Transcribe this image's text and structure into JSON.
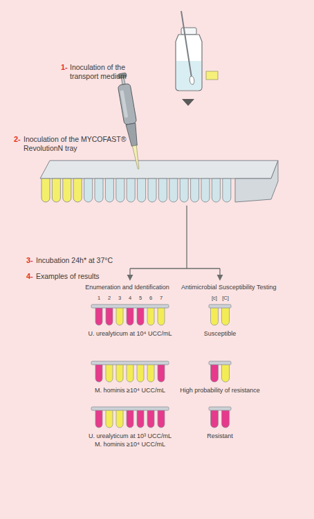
{
  "diagram": {
    "labels": [
      "1-",
      "Inoculation of the transport medium",
      "2-",
      "Inoculation of the MYCOFAST® RevolutionN tray",
      "3-",
      "Incubation 24h* at 37°C",
      "4-",
      "Examples of results",
      "Enumeration and Identification",
      "Antimicrobial Susceptibility Testing",
      "1",
      "2",
      "3",
      "4",
      "5",
      "6",
      "7",
      "[c]",
      "[C]",
      "U. urealyticum at 10⁴ UCC/mL",
      "Susceptible",
      "M. hominis ≥10⁴ UCC/mL",
      "High probability of resistance",
      "U. urealyticum at 10³ UCC/mL",
      "M. hominis ≥10⁴ UCC/mL",
      "Resistant"
    ]
  }
}
